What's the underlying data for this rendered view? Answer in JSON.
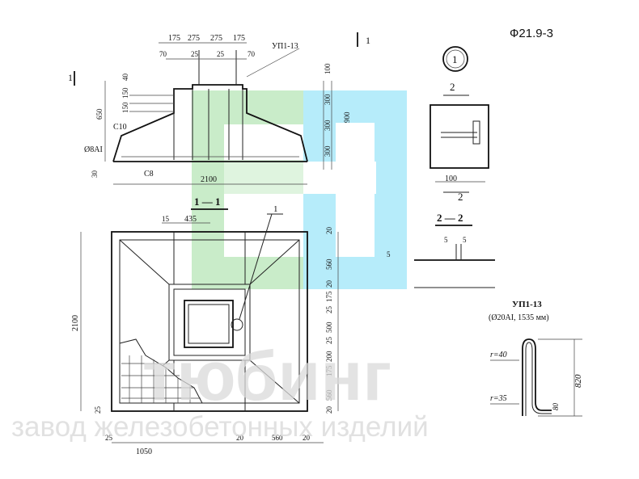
{
  "title": "Ф21.9-3",
  "detail_marker": "1",
  "section_marks": {
    "s1_left": "1",
    "s1_right": "1",
    "s2_top": "2",
    "s2_bottom": "2"
  },
  "section_11_label": "1 — 1",
  "section_22_label": "2 — 2",
  "elevation": {
    "top_dims": [
      "175",
      "275",
      "275",
      "175"
    ],
    "inner_dims": [
      "70",
      "25",
      "25",
      "70"
    ],
    "loop_label": "УП1-13",
    "left_dims": [
      "40",
      "150",
      "150",
      "650"
    ],
    "right_dims": [
      "100",
      "300",
      "300",
      "300",
      "900"
    ],
    "left_labels": [
      "C10",
      "Ø8AI",
      "C8"
    ],
    "bottom_dim": "2100",
    "left_small": "30"
  },
  "detail_22": {
    "dim_top": "2",
    "dim_bottom": "100",
    "dims_55": [
      "5",
      "5"
    ],
    "dim_left": "5"
  },
  "plan": {
    "top_dims": [
      "15",
      "435"
    ],
    "left_dim": "2100",
    "right_dims": [
      "20",
      "560",
      "20",
      "175",
      "25",
      "500",
      "25",
      "200",
      "175",
      "560",
      "20"
    ],
    "bottom_dims": [
      "25",
      "1050",
      "20",
      "560",
      "20"
    ],
    "left_small": "25",
    "marker": "1"
  },
  "loop": {
    "title": "УП1-13",
    "subtitle": "(Ø20AI, 1535 мм)",
    "r1": "r=40",
    "r2": "r=35",
    "dim_h": "820",
    "dim_small": "80"
  },
  "watermark": {
    "brand": "тюбинг",
    "tagline": "завод железобетонных изделий"
  },
  "colors": {
    "logo_green": "#c9ecc9",
    "logo_cyan": "#b6ecfa",
    "watermark_text": "#d9d9d9",
    "line": "#222222"
  }
}
